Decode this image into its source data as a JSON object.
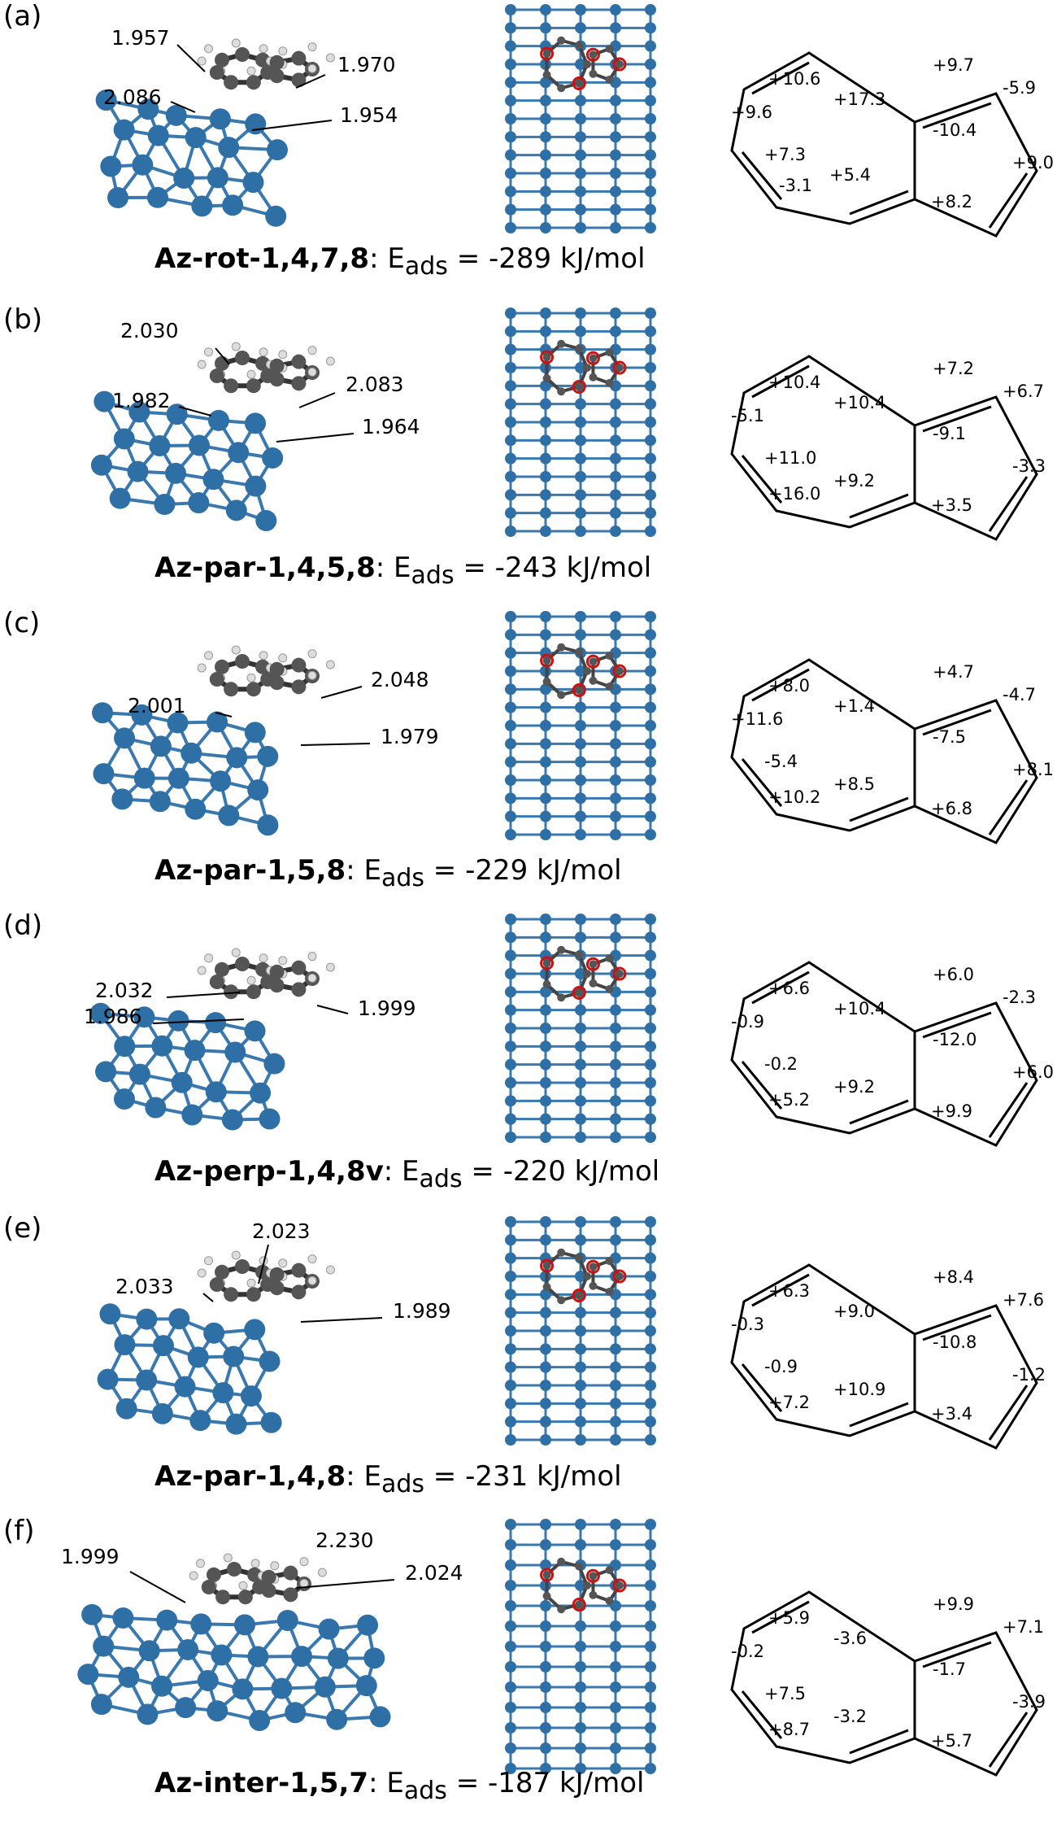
{
  "panels": [
    {
      "label": "(a)",
      "name_bold": "Az-rot-1,4,7,8",
      "energy_prefix": ": E",
      "energy_sub": "ads",
      "energy_value": " = -289 kJ/mol",
      "distances": [
        "1.957",
        "1.970",
        "2.086",
        "1.954"
      ],
      "ring_values": [
        "+10.6",
        "+9.6",
        "+17.3",
        "+7.3",
        "-3.1",
        "+5.4",
        "+9.7",
        "-5.9",
        "-10.4",
        "+9.0",
        "+8.2"
      ]
    },
    {
      "label": "(b)",
      "name_bold": "Az-par-1,4,5,8",
      "energy_prefix": ": E",
      "energy_sub": "ads",
      "energy_value": " = -243 kJ/mol",
      "distances": [
        "2.030",
        "2.083",
        "1.982",
        "1.964"
      ],
      "ring_values": [
        "+10.4",
        "-5.1",
        "+10.4",
        "+11.0",
        "+16.0",
        "+9.2",
        "+7.2",
        "+6.7",
        "-9.1",
        "-3.3",
        "+3.5"
      ]
    },
    {
      "label": "(c)",
      "name_bold": "Az-par-1,5,8",
      "energy_prefix": ": E",
      "energy_sub": "ads",
      "energy_value": " = -229 kJ/mol",
      "distances": [
        "2.048",
        "2.001",
        "1.979"
      ],
      "ring_values": [
        "+8.0",
        "+11.6",
        "+1.4",
        "-5.4",
        "+10.2",
        "+8.5",
        "+4.7",
        "-4.7",
        "-7.5",
        "+8.1",
        "+6.8"
      ]
    },
    {
      "label": "(d)",
      "name_bold": "Az-perp-1,4,8v",
      "energy_prefix": ": E",
      "energy_sub": "ads",
      "energy_value": " = -220 kJ/mol",
      "distances": [
        "2.032",
        "1.986",
        "1.999"
      ],
      "ring_values": [
        "+6.6",
        "-0.9",
        "+10.4",
        "-0.2",
        "+5.2",
        "+9.2",
        "+6.0",
        "-2.3",
        "-12.0",
        "+6.0",
        "+9.9"
      ]
    },
    {
      "label": "(e)",
      "name_bold": "Az-par-1,4,8",
      "energy_prefix": ": E",
      "energy_sub": "ads",
      "energy_value": " = -231 kJ/mol",
      "distances": [
        "2.023",
        "2.033",
        "1.989"
      ],
      "ring_values": [
        "+6.3",
        "-0.3",
        "+9.0",
        "-0.9",
        "+7.2",
        "+10.9",
        "+8.4",
        "+7.6",
        "-10.8",
        "-1.2",
        "+3.4"
      ]
    },
    {
      "label": "(f)",
      "name_bold": "Az-inter-1,5,7",
      "energy_prefix": ": E",
      "energy_sub": "ads",
      "energy_value": " = -187 kJ/mol",
      "distances": [
        "1.999",
        "2.230",
        "2.024"
      ],
      "ring_values": [
        "+5.9",
        "-0.2",
        "-3.6",
        "+7.5",
        "+8.7",
        "-3.2",
        "+9.9",
        "+7.1",
        "-1.7",
        "-3.9",
        "+5.7"
      ]
    }
  ],
  "colors": {
    "cobalt": "#2e6fa6",
    "cobalt_bond": "#3a78b0",
    "carbon": "#555555",
    "hydrogen": "#dddddd",
    "marker": "#cc1111",
    "line": "#000000"
  }
}
